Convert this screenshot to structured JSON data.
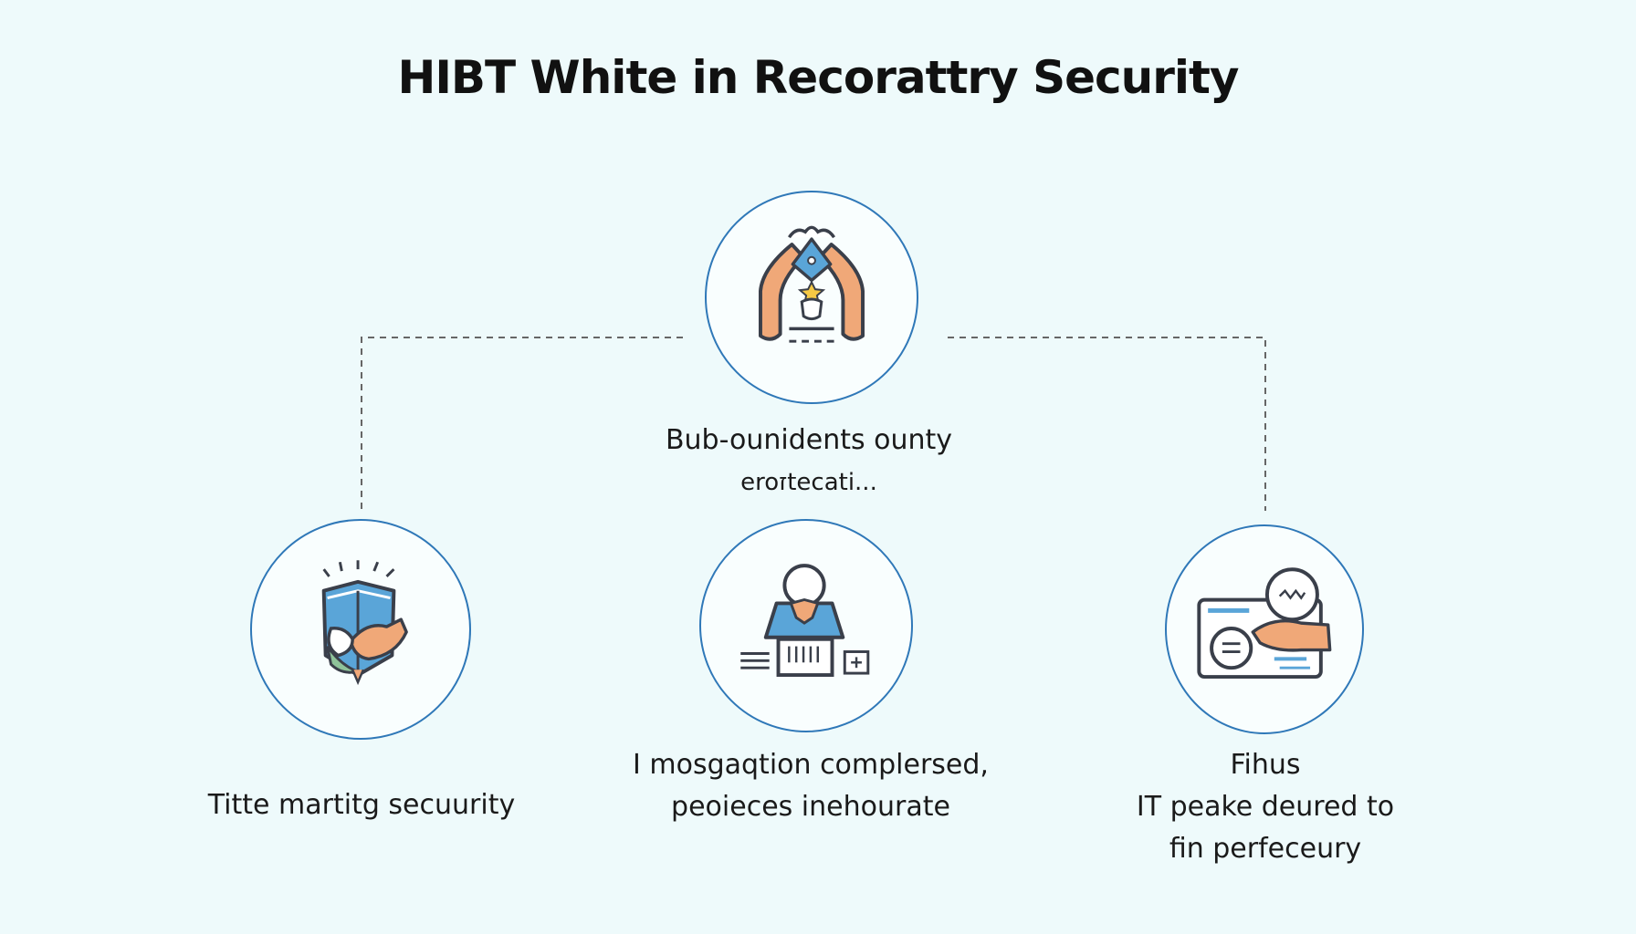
{
  "title": "HIBT White  in Recorattry Security",
  "nodes": [
    {
      "id": "top",
      "icon": "hands-shield-icon",
      "lines": [
        "Bub-ounidents ounty",
        "eroזtecati..."
      ]
    },
    {
      "id": "left",
      "icon": "book-shield-icon",
      "lines": [
        "Titte martitg secuurity"
      ]
    },
    {
      "id": "middle",
      "icon": "person-laptop-icon",
      "lines": [
        "I mosgaqtion complersed,",
        "peoieces inehourate"
      ]
    },
    {
      "id": "right",
      "icon": "card-hand-icon",
      "lines": [
        "Fihus",
        "IT peake deured to",
        "fin perfeceury"
      ]
    }
  ],
  "colors": {
    "background": "#eefafb",
    "circle_stroke": "#2f78b8",
    "icon_orange": "#f0a878",
    "icon_blue": "#5aa5d8",
    "icon_dark": "#3a3f4a",
    "connector": "#666666"
  }
}
